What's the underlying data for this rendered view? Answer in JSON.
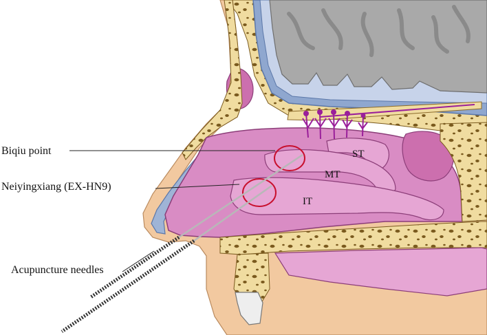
{
  "labels": {
    "biqiu": "Biqiu point",
    "neiyingxiang": "Neiyingxiang (EX-HN9)",
    "needles": "Acupuncture needles",
    "superior_turbinate": "ST",
    "middle_turbinate": "MT",
    "inferior_turbinate": "IT"
  },
  "colors": {
    "nasal_cavity": "#d98cc4",
    "turbinate_fill": "#e6a6d4",
    "skin": "#f2c9a0",
    "bone": "#f0dca0",
    "bone_pores": "#7a5a1e",
    "brain": "#a9a9a9",
    "meninges": "#8fa7cf",
    "sinus": "#cc6fae",
    "nerve": "#9a1f9a",
    "marker_circle": "#c8102e",
    "needle": "#b8b8b8"
  }
}
